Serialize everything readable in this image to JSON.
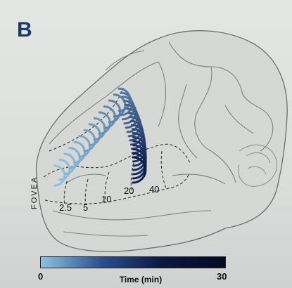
{
  "figure": {
    "panel_label": "B",
    "region_label": "FOVEA",
    "eccentricity_labels": [
      "2.5",
      "5",
      "10",
      "20",
      "40"
    ]
  },
  "colorbar": {
    "min_label": "0",
    "max_label": "30",
    "title": "Time (min)",
    "colors": [
      "#8fc1e3",
      "#2a4e8c",
      "#0c1640",
      "#040a22"
    ]
  },
  "colors": {
    "brain_fill": "#d9dbd9",
    "brain_outline": "#6b6e6d",
    "arc_light": "#8fc1e3",
    "arc_dark": "#0c1e4e",
    "panel_letter": "#1a3a6b"
  }
}
